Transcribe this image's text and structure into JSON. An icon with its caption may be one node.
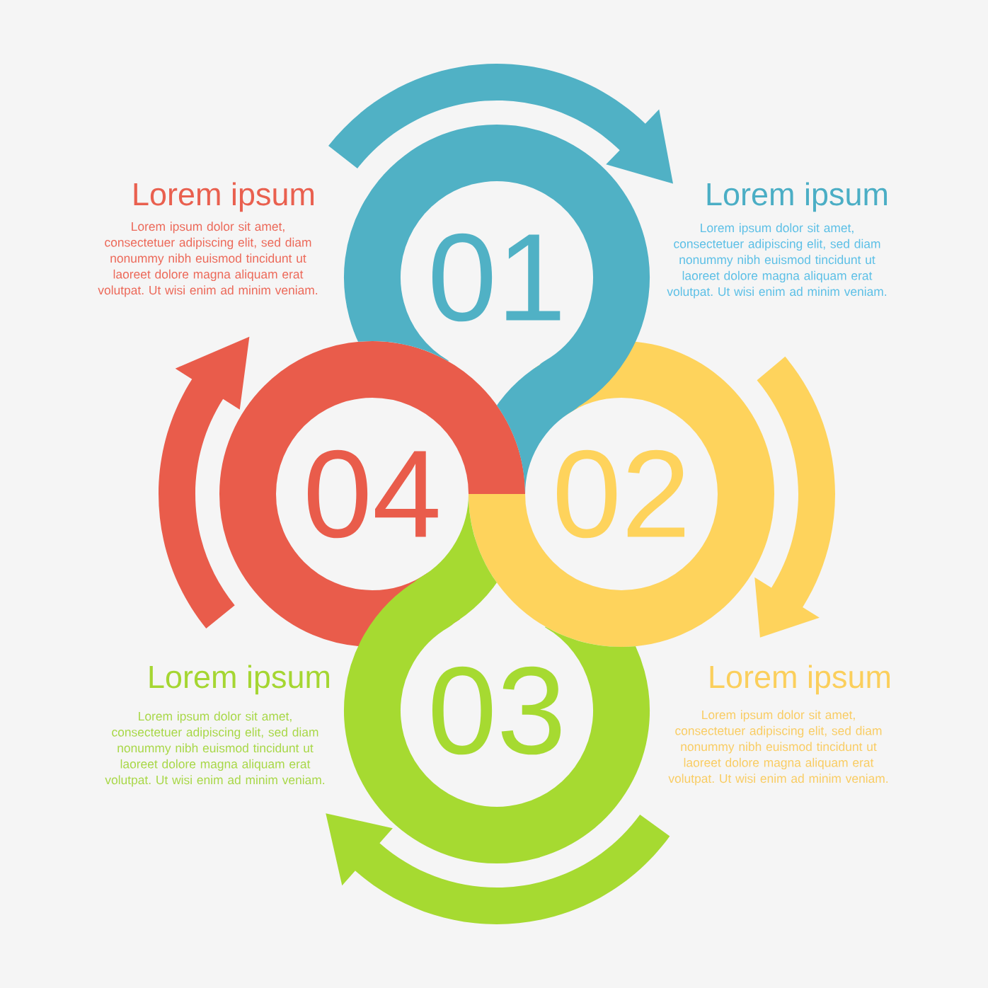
{
  "diagram": {
    "nodes": [
      {
        "text": [
          "01"
        ],
        "beside": [
          "Lorem ipsum",
          "Lorem ipsum dolor sit amet, consectetuer adipiscing elit, sed diam nonummy nibh euismod tincidunt ut laoreet dolore magna aliquam erat volutpat. Ut wisi enim ad minim veniam."
        ]
      },
      {
        "text": [
          "04"
        ],
        "beside": [
          "Lorem ipsum",
          "Lorem ipsum dolor sit amet, consectetuer adipiscing elit, sed diam nonummy nibh euismod tincidunt ut laoreet dolore magna aliquam erat volutpat. Ut wisi enim ad minim veniam."
        ]
      },
      {
        "text": [
          "02"
        ],
        "beside": [
          "Lorem ipsum",
          "Lorem ipsum dolor sit amet, consectetuer adipiscing elit, sed diam nonummy nibh euismod tincidunt ut laoreet dolore magna aliquam erat volutpat. Ut wisi enim ad minim veniam."
        ]
      },
      {
        "text": [
          "03"
        ],
        "beside": [
          "Lorem ipsum",
          "Lorem ipsum dolor sit amet, consectetuer adipiscing elit, sed diam nonummy nibh euismod tincidunt ut laoreet dolore magna aliquam erat volutpat. Ut wisi enim ad minim veniam."
        ]
      }
    ]
  }
}
